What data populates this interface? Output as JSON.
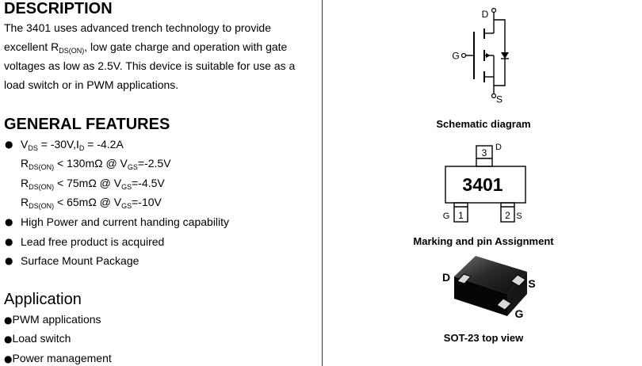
{
  "description": {
    "heading": "DESCRIPTION",
    "lines": [
      [
        "The 3401 uses advanced trench technology to provide"
      ],
      [
        "excellent R",
        "DS(ON)",
        ", low gate charge and operation with gate"
      ],
      [
        "voltages as low as 2.5V. This device is suitable for use as a"
      ],
      [
        "load switch or in PWM applications."
      ]
    ]
  },
  "features": {
    "heading": "GENERAL FEATURES",
    "bullet": "●",
    "specs": [
      [
        "V",
        "DS",
        " = -30V,",
        "I",
        "D",
        " = -4.2A"
      ],
      [
        "R",
        "DS(ON)",
        " < 130mΩ @ V",
        "GS",
        "=-2.5V"
      ],
      [
        "R",
        "DS(ON)",
        " < 75mΩ @ V",
        "GS",
        "=-4.5V"
      ],
      [
        "R",
        "DS(ON)",
        " < 65mΩ @ V",
        "GS",
        "=-10V"
      ]
    ],
    "items": [
      "High Power and current handing capability",
      "Lead free product is acquired",
      "Surface Mount Package"
    ]
  },
  "application": {
    "heading": "Application",
    "bullet": "●",
    "items": [
      "PWM applications",
      "Load switch",
      "Power management"
    ]
  },
  "schematic": {
    "pin_d": "D",
    "pin_g": "G",
    "pin_s": "S",
    "caption": "Schematic diagram"
  },
  "marking": {
    "code": "3401",
    "pin3_num": "3",
    "pin3_label": "D",
    "pin1_num": "1",
    "pin1_label": "G",
    "pin2_num": "2",
    "pin2_label": "S",
    "caption": "Marking and pin Assignment"
  },
  "package": {
    "label_d": "D",
    "label_s": "S",
    "label_g": "G",
    "caption": "SOT-23 top view"
  }
}
